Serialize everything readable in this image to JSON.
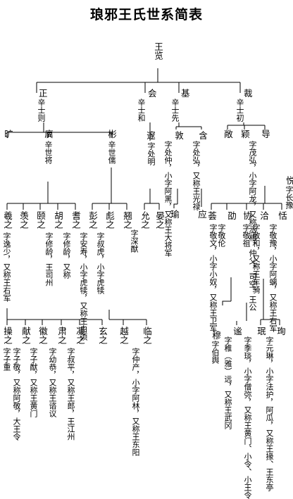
{
  "title": "琅邪王氏世系简表",
  "root": {
    "name": "王览"
  },
  "gen2": [
    {
      "id": "zheng",
      "name": "正",
      "note": "辛士则"
    },
    {
      "id": "hui",
      "name": "会",
      "note": "辛士和"
    },
    {
      "id": "ji",
      "name": "基",
      "note": "辛士先"
    },
    {
      "id": "cai",
      "name": "裁",
      "note": "辛士初"
    }
  ],
  "gen3": [
    {
      "id": "kuang",
      "name": "旷",
      "note": ""
    },
    {
      "id": "yi",
      "name": "廙",
      "note": "辛世将"
    },
    {
      "id": "bin",
      "name": "彬",
      "note": "辛世儒"
    },
    {
      "id": "sui",
      "name": "邃",
      "note": "字处明"
    },
    {
      "id": "dun",
      "name": "敦",
      "note": "字处仲，小字阿黑，又称王大将军"
    },
    {
      "id": "han",
      "name": "含",
      "note": "字处弘，又称王光禄"
    },
    {
      "id": "chang",
      "name": "敞",
      "note": ""
    },
    {
      "id": "ying",
      "name": "颖",
      "note": ""
    },
    {
      "id": "dao",
      "name": "导",
      "note": "字茂弘，小字阿龙，又称丞相、仲父、司空、王公"
    }
  ],
  "gen4": [
    {
      "id": "xizhi",
      "name": "羲之",
      "note": "字逸少，又称王右军"
    },
    {
      "id": "jizhi",
      "name": "羡之",
      "note": ""
    },
    {
      "id": "yizhi",
      "name": "颐之",
      "note": ""
    },
    {
      "id": "huzhi",
      "name": "胡之",
      "note": "字修龄，王司州"
    },
    {
      "id": "qizhi",
      "name": "耆之",
      "note": "字修龄，又称"
    },
    {
      "id": "pengzhi",
      "name": "彭之",
      "note": "字安寿，小字虎犊，又称王白须"
    },
    {
      "id": "biaozhi",
      "name": "彪之",
      "note": "字叔虎，小字虎犊"
    },
    {
      "id": "yizhi2",
      "name": "翘之",
      "note": ""
    },
    {
      "id": "yunzhi",
      "name": "允之",
      "note": "字深猷"
    },
    {
      "id": "yanzhi",
      "name": "晏之",
      "note": ""
    },
    {
      "id": "yu",
      "name": "瑜",
      "note": ""
    },
    {
      "id": "ying2",
      "name": "应",
      "note": ""
    },
    {
      "id": "yue",
      "name": "悦",
      "note": "字长豫"
    },
    {
      "id": "tian",
      "name": "恬",
      "note": "字敬豫，小字阿螭，又称王右军"
    },
    {
      "id": "qia",
      "name": "洽",
      "note": "字敬和，又称王车骑"
    },
    {
      "id": "xie",
      "name": "协",
      "note": "字敬祖"
    },
    {
      "id": "shao",
      "name": "劭",
      "note": "字敬伦"
    },
    {
      "id": "hui2",
      "name": "荟",
      "note": "字敬文，小字小奴，又称王卫军"
    }
  ],
  "gen5": [
    {
      "id": "caozhi",
      "name": "操之",
      "note": "字子重"
    },
    {
      "id": "xianzhi",
      "name": "献之",
      "note": "字子敬，又称阿敬，大王令"
    },
    {
      "id": "huizhi",
      "name": "徽之",
      "note": "字子猷，又称王黄门"
    },
    {
      "id": "suzhi",
      "name": "肃之",
      "note": "字幼恭，又称王谘议"
    },
    {
      "id": "ningzhi",
      "name": "凝之",
      "note": "字叔平，又称王郎，王江州"
    },
    {
      "id": "xuanzhi",
      "name": "玄之",
      "note": ""
    },
    {
      "id": "yuezhi",
      "name": "越之",
      "note": ""
    },
    {
      "id": "linzhi",
      "name": "临之",
      "note": "字仲产，小字阿林，又称王东阳"
    },
    {
      "id": "xun",
      "name": "珣",
      "note": "字元琳，小字法护，阿瓜，又称王掾、王东亭"
    },
    {
      "id": "min",
      "name": "珉",
      "note": "字季琰，小字僧弥，又称王黄门、小令、小王令"
    },
    {
      "id": "mi",
      "name": "谧",
      "note": "字稚（雅）远，又称王武冈"
    },
    {
      "id": "mu",
      "name": "穆",
      "note": "字伯舆"
    }
  ]
}
